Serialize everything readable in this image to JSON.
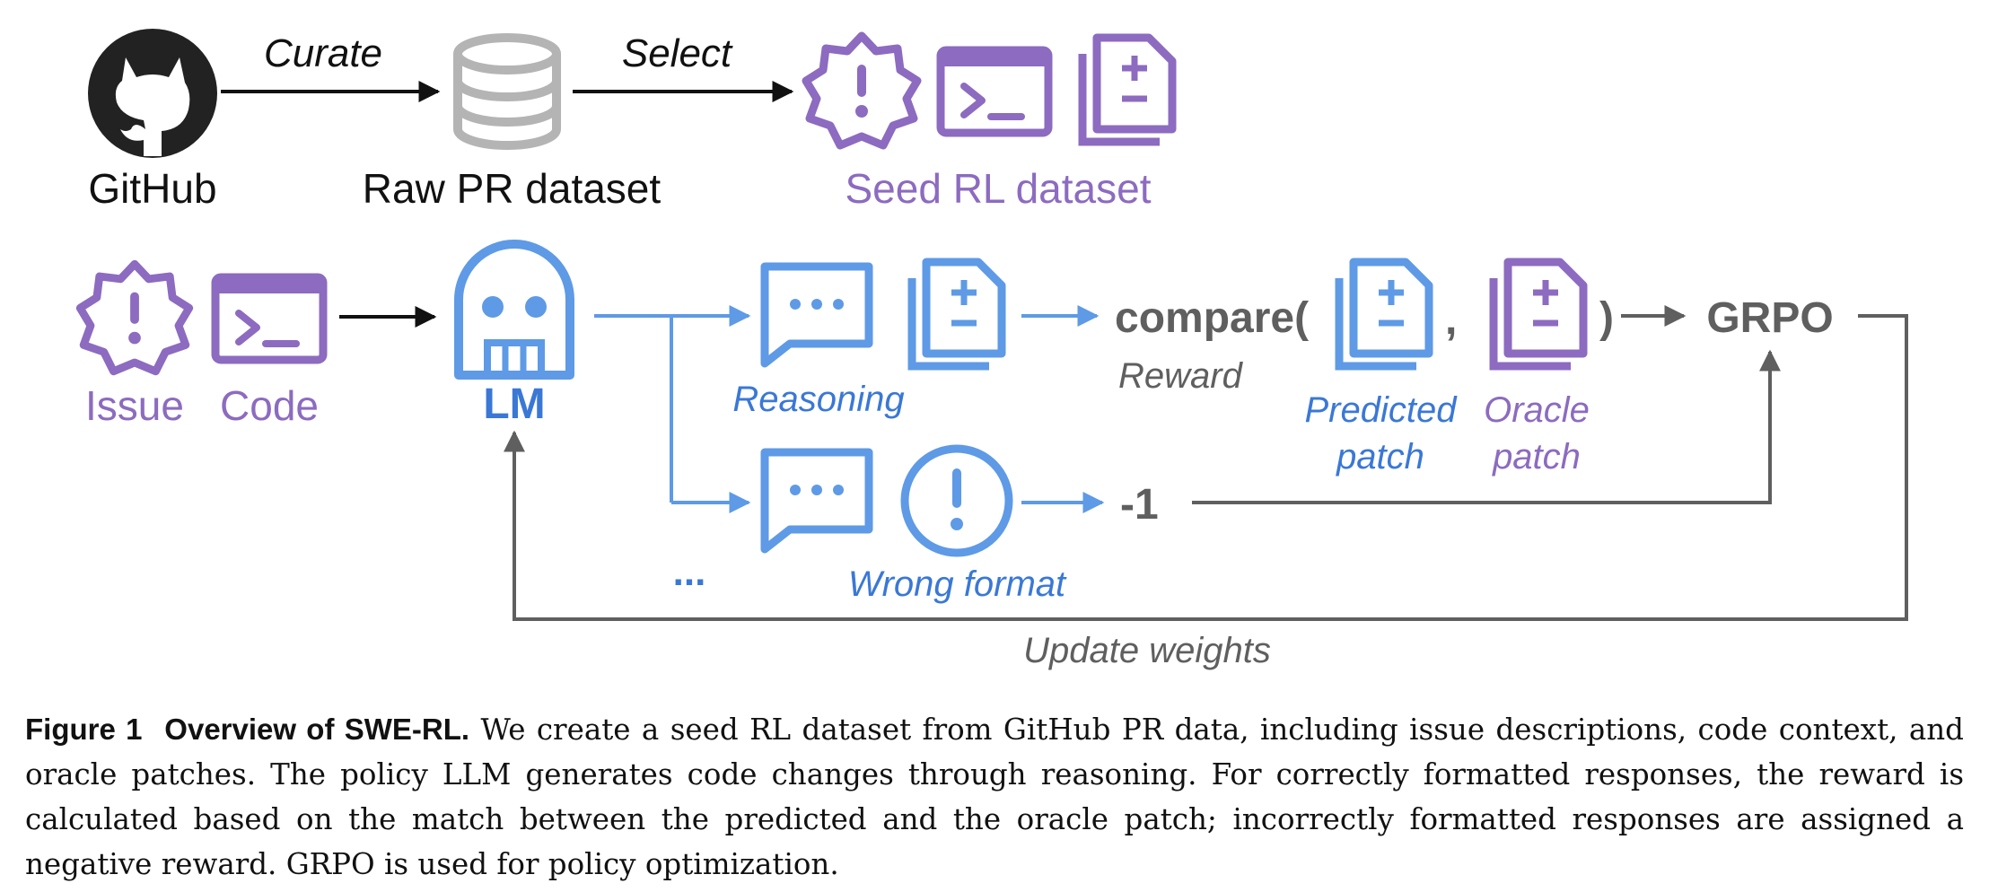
{
  "colors": {
    "purple": "#8C6BC0",
    "blue": "#5E9AE6",
    "gray_arrow": "#5f5f5f",
    "gray_db": "#b4b4b4",
    "text_dark": "#111111",
    "text_gray": "#666666",
    "text_blue_dark": "#3a78d6"
  },
  "top_row": {
    "github_label": "GitHub",
    "curate_label": "Curate",
    "raw_label": "Raw PR dataset",
    "select_label": "Select",
    "seed_label": "Seed RL dataset"
  },
  "middle": {
    "issue_label": "Issue",
    "code_label": "Code",
    "lm_label": "LM",
    "reasoning_label": "Reasoning",
    "compare_open": "compare(",
    "comma": ",",
    "compare_close": ")",
    "reward_label": "Reward",
    "predicted_line1": "Predicted",
    "predicted_line2": "patch",
    "oracle_line1": "Oracle",
    "oracle_line2": "patch",
    "grpo_label": "GRPO",
    "neg_reward": "-1",
    "ellipsis": "...",
    "wrong_format_label": "Wrong format",
    "update_weights_label": "Update weights"
  },
  "caption": {
    "figure_label": "Figure 1",
    "title": "Overview of SWE-RL.",
    "body": "We create a seed RL dataset from GitHub PR data, including issue descriptions, code context, and oracle patches. The policy LLM generates code changes through reasoning. For correctly formatted responses, the reward is calculated based on the match between the predicted and the oracle patch; incorrectly formatted responses are assigned a negative reward. GRPO is used for policy optimization."
  }
}
